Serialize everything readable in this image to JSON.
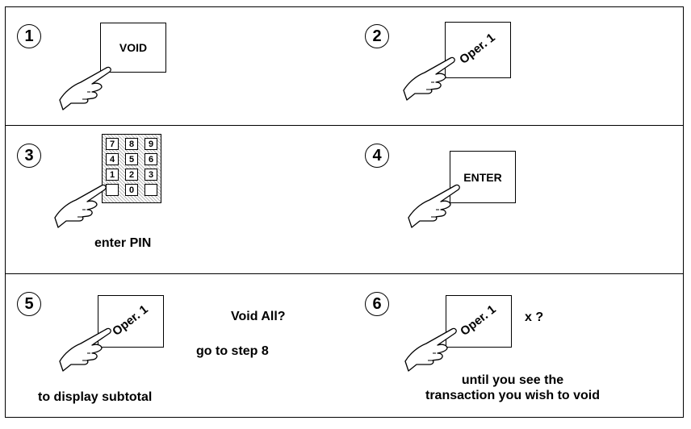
{
  "steps": [
    {
      "number": "1",
      "key_label": "VOID"
    },
    {
      "number": "2",
      "key_label": "Oper. 1"
    },
    {
      "number": "3",
      "caption": "enter PIN"
    },
    {
      "number": "4",
      "key_label": "ENTER"
    },
    {
      "number": "5",
      "key_label": "Oper. 1",
      "side_text": "Void All?",
      "side_text2": "go to step 8",
      "caption": "to display subtotal"
    },
    {
      "number": "6",
      "key_label": "Oper. 1",
      "side_text": "x ?",
      "caption_line1": "until you see the",
      "caption_line2": "transaction you wish to void"
    }
  ],
  "keypad": {
    "keys": [
      "7",
      "8",
      "9",
      "4",
      "5",
      "6",
      "1",
      "2",
      "3",
      "",
      "0",
      ""
    ]
  },
  "icons": [
    "hand-pointer-icon",
    "keypad-icon"
  ]
}
